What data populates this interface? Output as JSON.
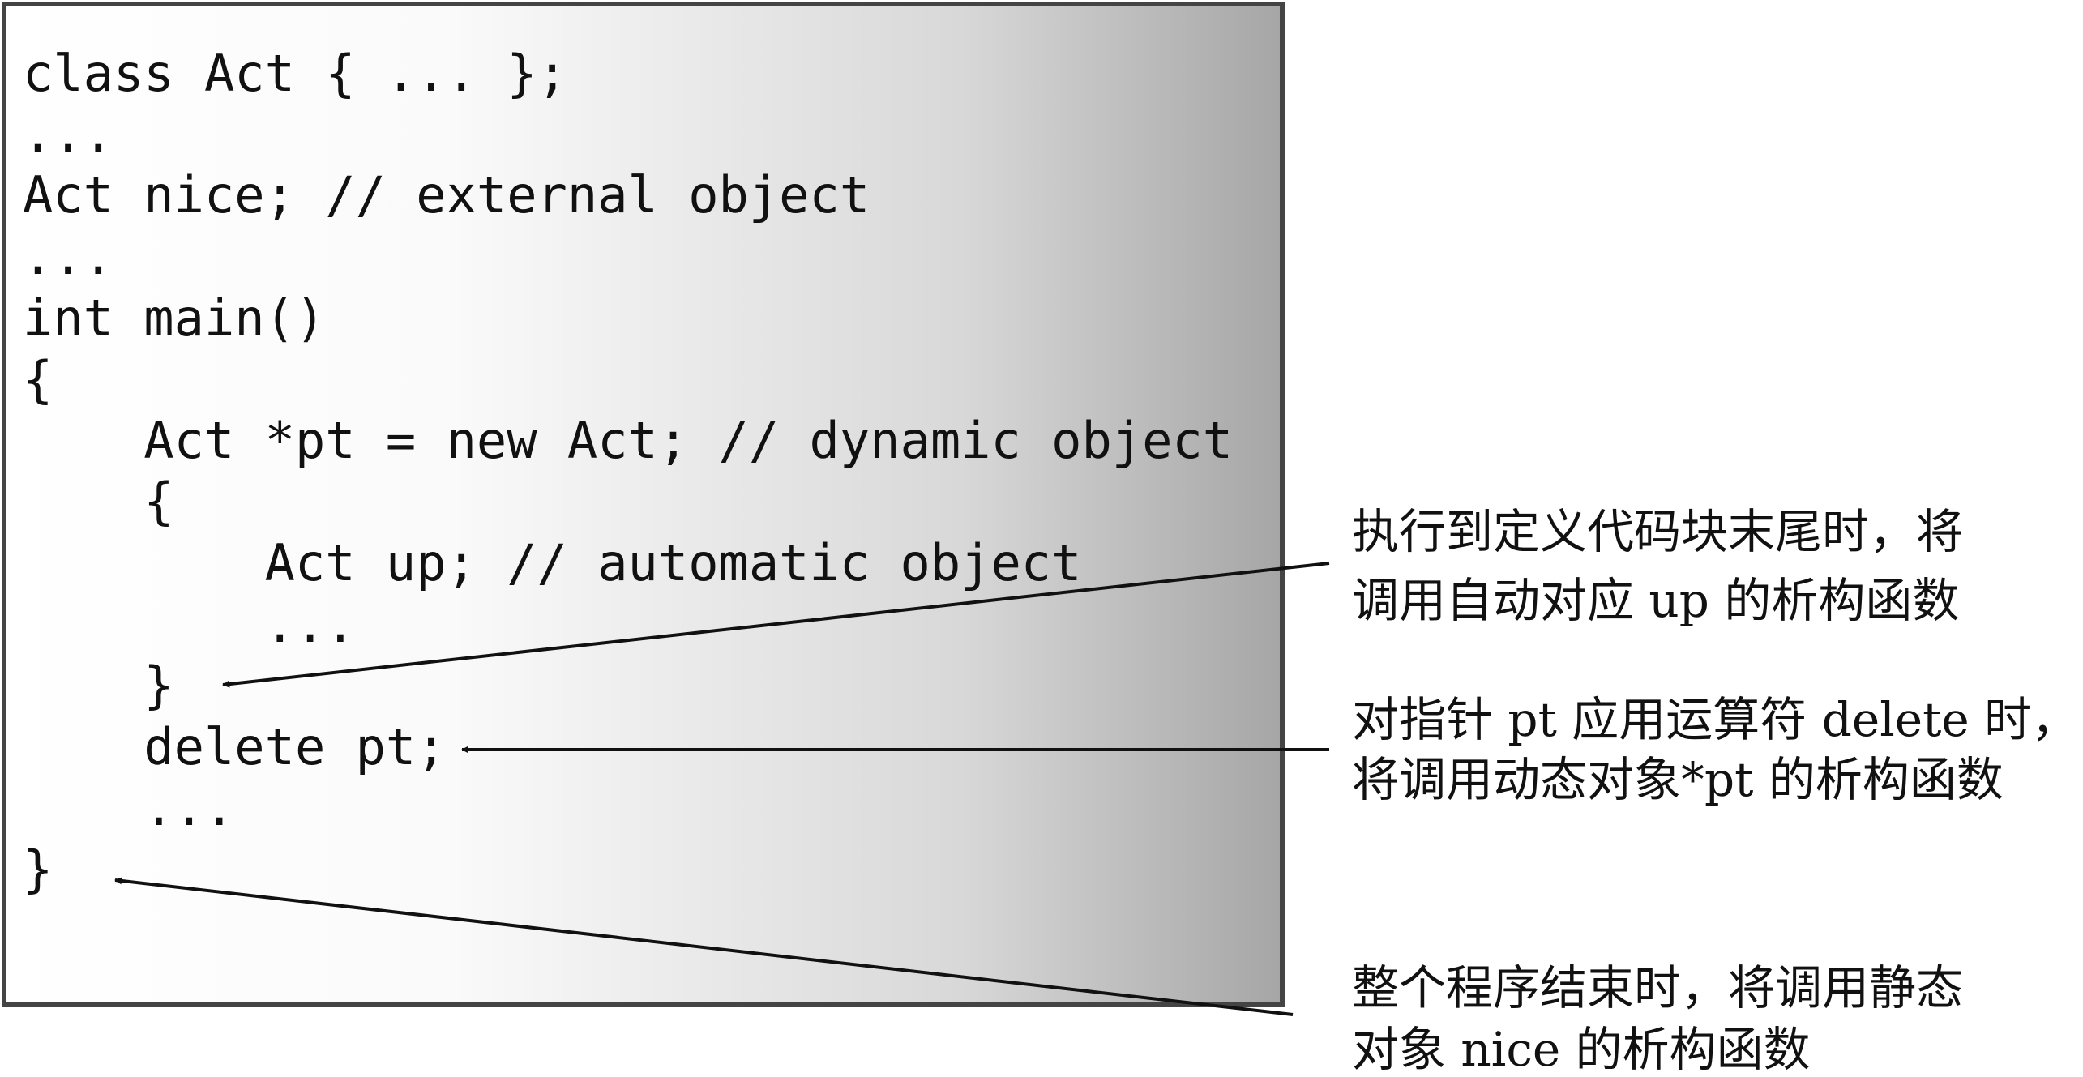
{
  "code": {
    "lines": [
      "class Act { ... };",
      "...",
      "Act nice; // external object",
      "...",
      "int main()",
      "{",
      "    Act *pt = new Act; // dynamic object",
      "    {",
      "        Act up; // automatic object",
      "        ...",
      "    }",
      "    delete pt;",
      "    ...",
      "}"
    ]
  },
  "annotations": [
    {
      "line1": "执行到定义代码块末尾时，将",
      "line2": "调用自动对应 up 的析构函数"
    },
    {
      "line1": "对指针 pt 应用运算符 delete 时，",
      "line2": "将调用动态对象*pt 的析构函数"
    },
    {
      "line1": "整个程序结束时，将调用静态",
      "line2": "对象 nice 的析构函数"
    }
  ]
}
